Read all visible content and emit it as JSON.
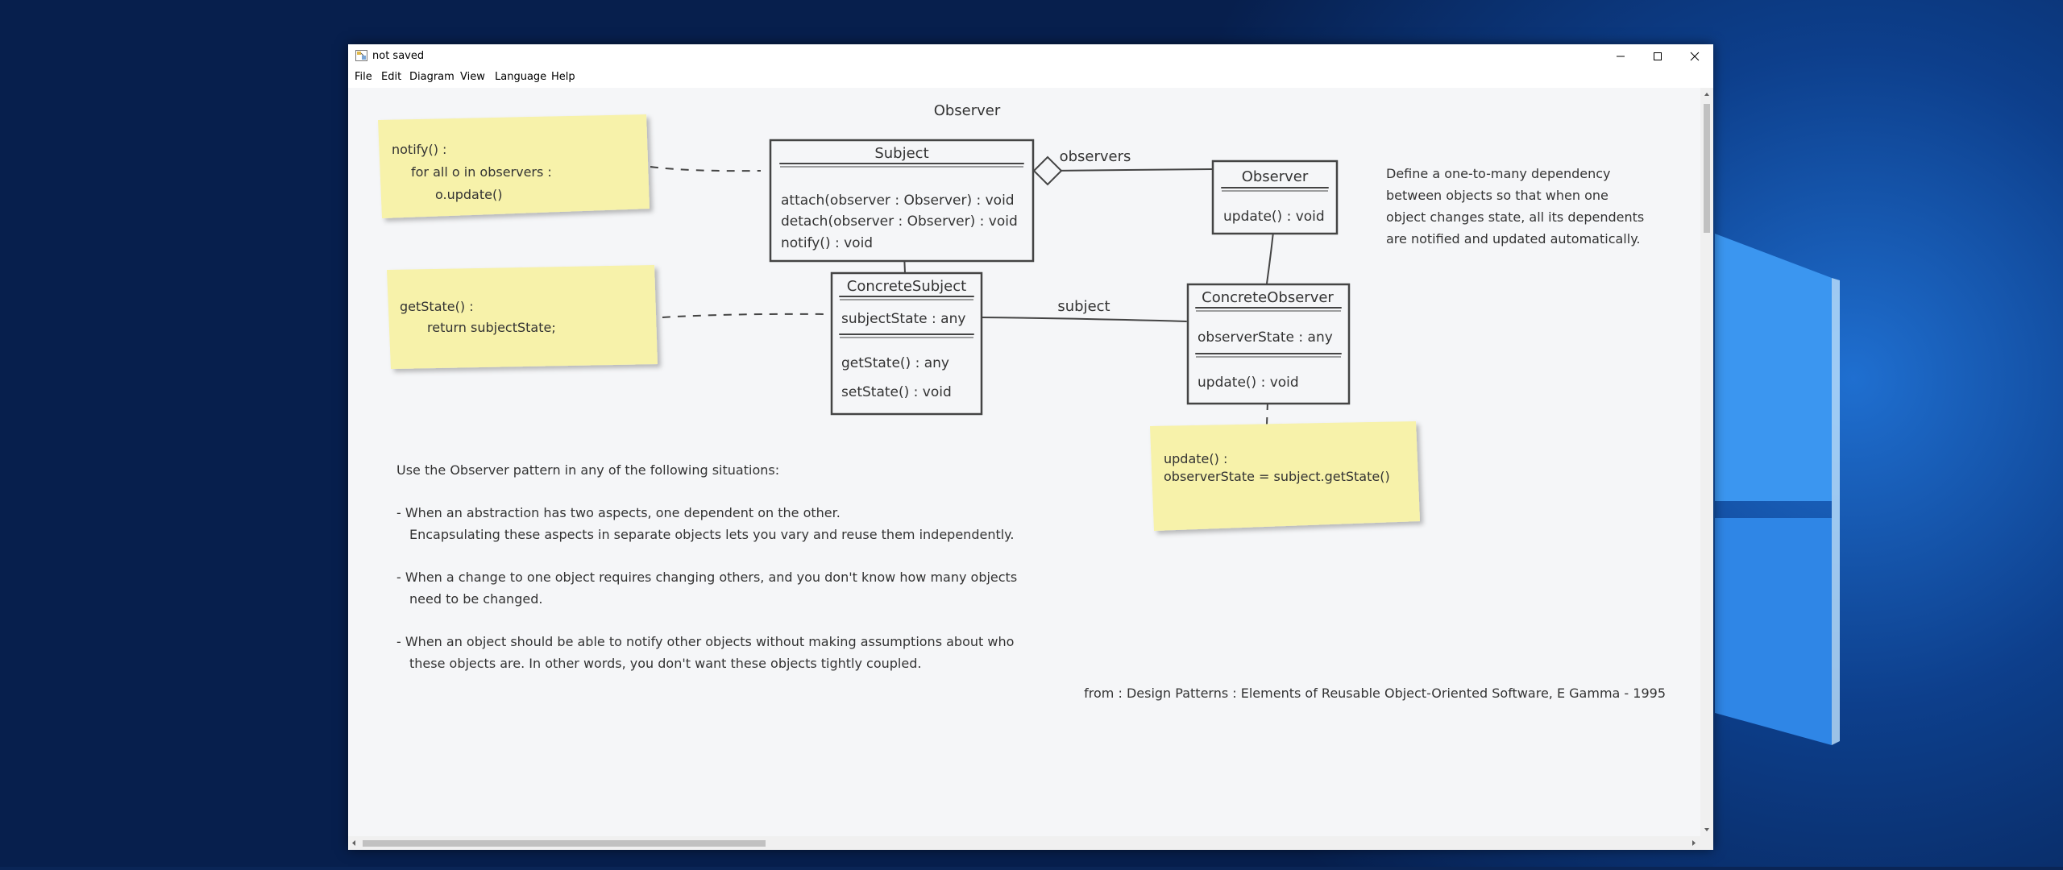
{
  "window": {
    "title": "not saved"
  },
  "menu": [
    "File",
    "Edit",
    "Diagram",
    "View",
    "Language",
    "Help"
  ],
  "diagram": {
    "title": "Observer",
    "subject": {
      "name": "Subject",
      "methods": [
        "attach(observer : Observer) : void",
        "detach(observer : Observer) : void",
        "notify() : void"
      ]
    },
    "observer": {
      "name": "Observer",
      "methods": [
        "update() : void"
      ]
    },
    "concrete_subject": {
      "name": "ConcreteSubject",
      "attributes": [
        "subjectState : any"
      ],
      "methods": [
        "getState() : any",
        "setState() : void"
      ]
    },
    "concrete_observer": {
      "name": "ConcreteObserver",
      "attributes": [
        "observerState : any"
      ],
      "methods": [
        "update() : void"
      ]
    },
    "associations": {
      "observers": "observers",
      "subject": "subject"
    },
    "notes": {
      "notify": [
        "notify() :",
        "for all o in observers :",
        "o.update()"
      ],
      "get_state": [
        "getState() :",
        "return subjectState;"
      ],
      "update": [
        "update() :",
        "observerState = subject.getState()"
      ]
    },
    "description": [
      "Define a one-to-many dependency",
      "between objects so that when one",
      "object changes state, all its dependents",
      "are notified and updated automatically."
    ],
    "usage": [
      "Use the Observer pattern in any of the following situations:",
      "- When an abstraction has two aspects, one dependent on the other.",
      "Encapsulating these aspects in separate objects lets you vary and reuse them independently.",
      "- When a change to one object requires changing others, and you don't know how many objects",
      "need to be changed.",
      "- When an object should be able to notify other objects without making assumptions about who",
      "these objects are. In other words, you don't want these objects tightly coupled."
    ],
    "source": "from : Design Patterns : Elements of Reusable Object-Oriented Software, E Gamma - 1995"
  }
}
